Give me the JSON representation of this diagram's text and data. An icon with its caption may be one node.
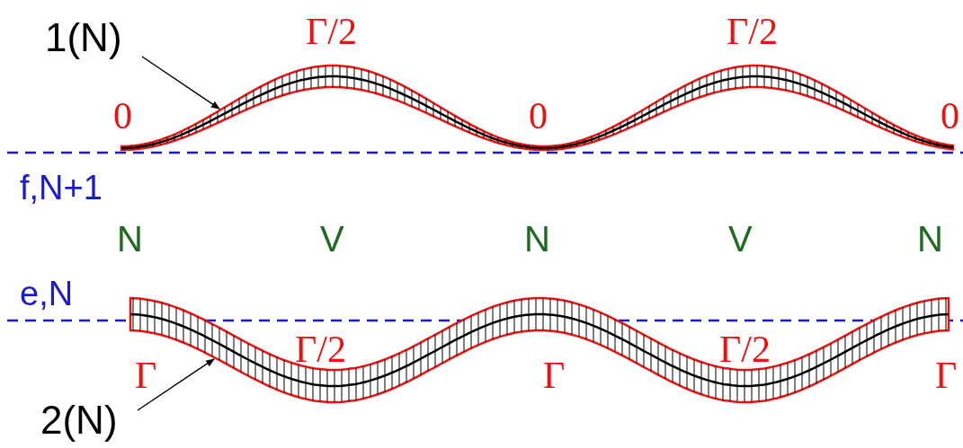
{
  "diagram": {
    "nodes": [
      {
        "text": [
          "1(N)"
        ]
      },
      {
        "text": [],
        "shape": "band"
      },
      {
        "text": [
          "2(N)"
        ]
      },
      {
        "text": [],
        "shape": "band"
      }
    ],
    "edges": [
      {
        "from": 0,
        "to": 1,
        "arrow": "to"
      },
      {
        "from": 2,
        "to": 3,
        "arrow": "to"
      }
    ],
    "labels": [
      "Γ/2",
      "Γ/2",
      "0",
      "0",
      "0",
      "f,N+1",
      "N",
      "V",
      "N",
      "V",
      "N",
      "e,N",
      "Γ/2",
      "Γ/2",
      "Γ",
      "Γ",
      "Γ"
    ]
  }
}
